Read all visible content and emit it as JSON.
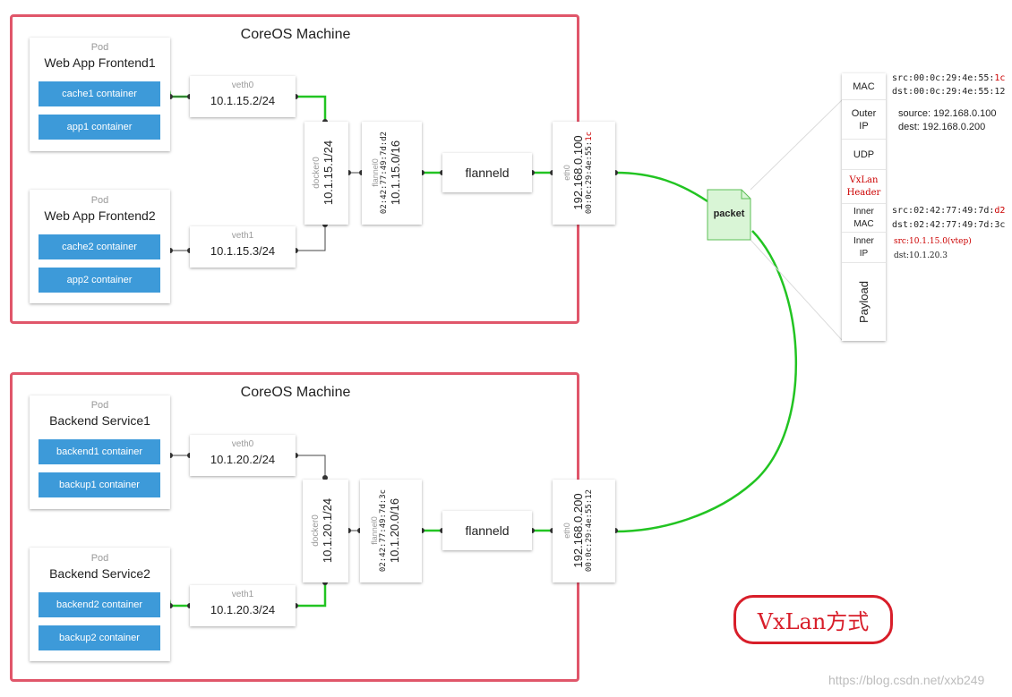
{
  "machine1": {
    "title": "CoreOS Machine",
    "pod1": {
      "tag": "Pod",
      "name": "Web App Frontend1",
      "c1": "cache1 container",
      "c2": "app1 container"
    },
    "pod2": {
      "tag": "Pod",
      "name": "Web App Frontend2",
      "c1": "cache2 container",
      "c2": "app2 container"
    },
    "veth0": {
      "tag": "veth0",
      "ip": "10.1.15.2/24"
    },
    "veth1": {
      "tag": "veth1",
      "ip": "10.1.15.3/24"
    },
    "docker0": {
      "tag": "docker0",
      "ip": "10.1.15.1/24"
    },
    "flannel0": {
      "tag": "flannel0",
      "mac": "02:42:77:49:7d:d2",
      "ip": "10.1.15.0/16"
    },
    "flanneld": "flanneld",
    "eth0": {
      "tag": "eth0",
      "ip": "192.168.0.100",
      "mac_prefix": "00:0c:29:4e:55:",
      "mac_suffix": "1c"
    }
  },
  "machine2": {
    "title": "CoreOS Machine",
    "pod1": {
      "tag": "Pod",
      "name": "Backend Service1",
      "c1": "backend1 container",
      "c2": "backup1 container"
    },
    "pod2": {
      "tag": "Pod",
      "name": "Backend Service2",
      "c1": "backend2 container",
      "c2": "backup2 container"
    },
    "veth0": {
      "tag": "veth0",
      "ip": "10.1.20.2/24"
    },
    "veth1": {
      "tag": "veth1",
      "ip": "10.1.20.3/24"
    },
    "docker0": {
      "tag": "docker0",
      "ip": "10.1.20.1/24"
    },
    "flannel0": {
      "tag": "flannel0",
      "mac": "02:42:77:49:7d:3c",
      "ip": "10.1.20.0/16"
    },
    "flanneld": "flanneld",
    "eth0": {
      "tag": "eth0",
      "ip": "192.168.0.200",
      "mac": "00:0c:29:4e:55:12"
    }
  },
  "packet": "packet",
  "header": {
    "mac": "MAC",
    "outer_ip": "Outer IP",
    "udp": "UDP",
    "vxlan_header": "VxLan Header",
    "inner_mac": "Inner MAC",
    "inner_ip": "Inner IP",
    "payload": "Payload"
  },
  "info": {
    "mac_src_prefix": "src:00:0c:29:4e:55:",
    "mac_src_suffix": "1c",
    "mac_dst": "dst:00:0c:29:4e:55:12",
    "outer_src": "source: 192.168.0.100",
    "outer_dst": "dest: 192.168.0.200",
    "inner_mac_src_prefix": "src:02:42:77:49:7d:",
    "inner_mac_src_suffix": "d2",
    "inner_mac_dst": "dst:02:42:77:49:7d:3c",
    "inner_ip_src": "src:10.1.15.0(vtep)",
    "inner_ip_dst": "dst:10.1.20.3"
  },
  "label": "VxLan方式",
  "watermark": "https://blog.csdn.net/xxb249",
  "colors": {
    "machine_border": "#e0566a",
    "container": "#3d9ad9",
    "link": "#22c422",
    "red": "#cc0000"
  }
}
